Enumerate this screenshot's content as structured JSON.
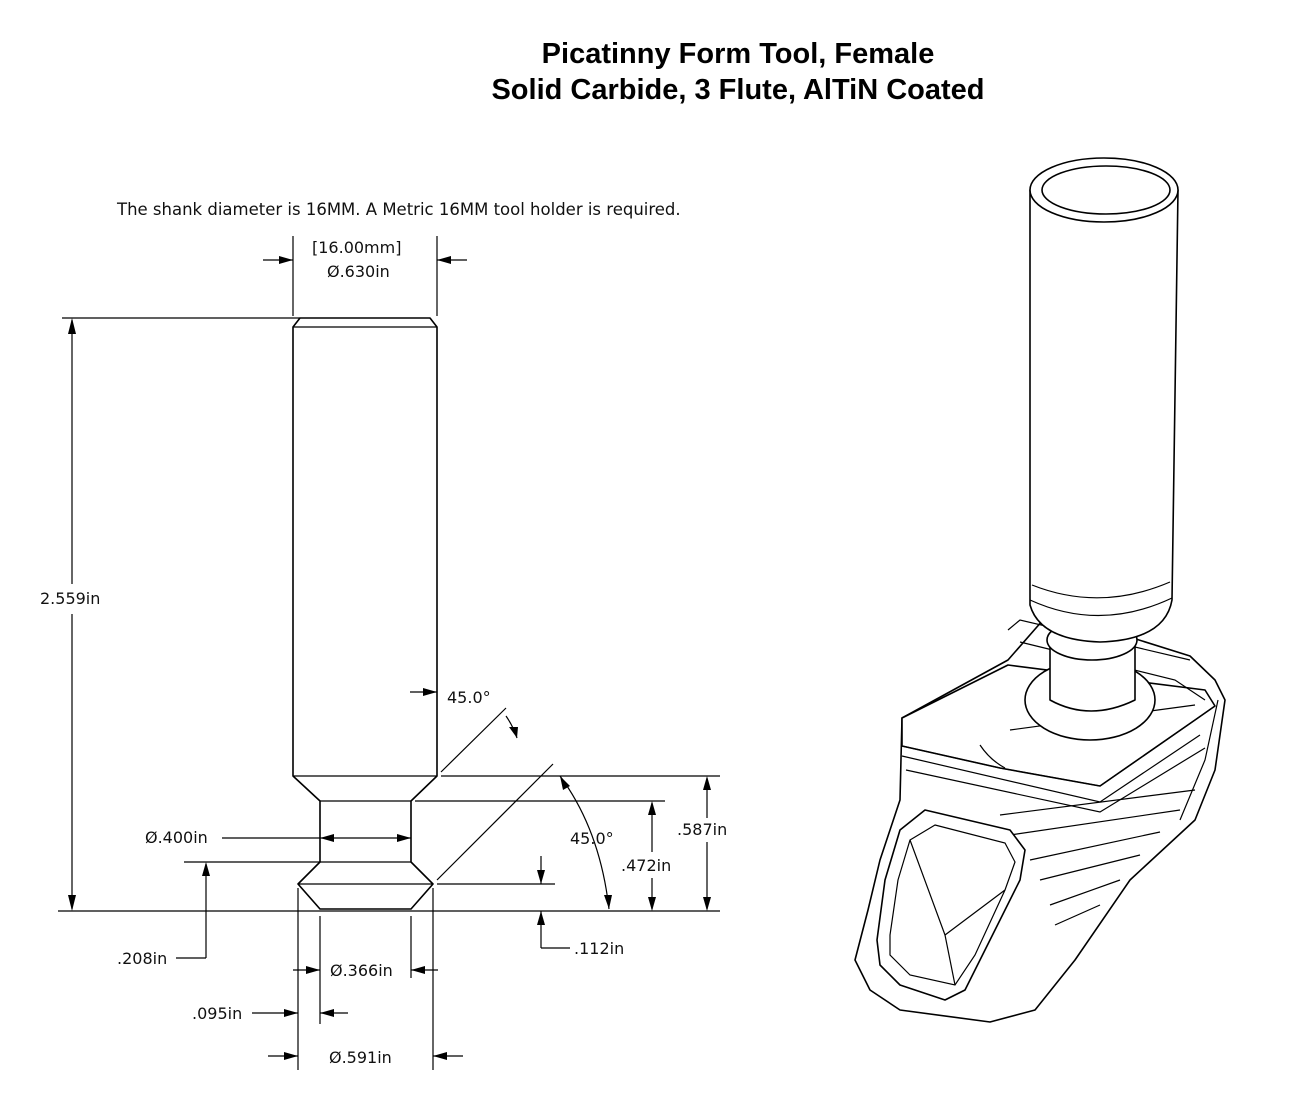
{
  "title": {
    "line1": "Picatinny Form Tool, Female",
    "line2": "Solid Carbide, 3 Flute, AlTiN Coated"
  },
  "note": "The shank diameter is 16MM. A Metric 16MM tool holder is required.",
  "dimensions": {
    "shank_metric": "[16.00mm]",
    "shank_diameter": "Ø.630in",
    "overall_length": "2.559in",
    "chamfer_angle": "45.0°",
    "form_angle": "45.0°",
    "neck_diameter": "Ø.400in",
    "tip_diameter": "Ø.366in",
    "form_diameter": "Ø.591in",
    "height_587": ".587in",
    "height_472": ".472in",
    "height_208": ".208in",
    "height_112": ".112in",
    "offset_095": ".095in"
  }
}
